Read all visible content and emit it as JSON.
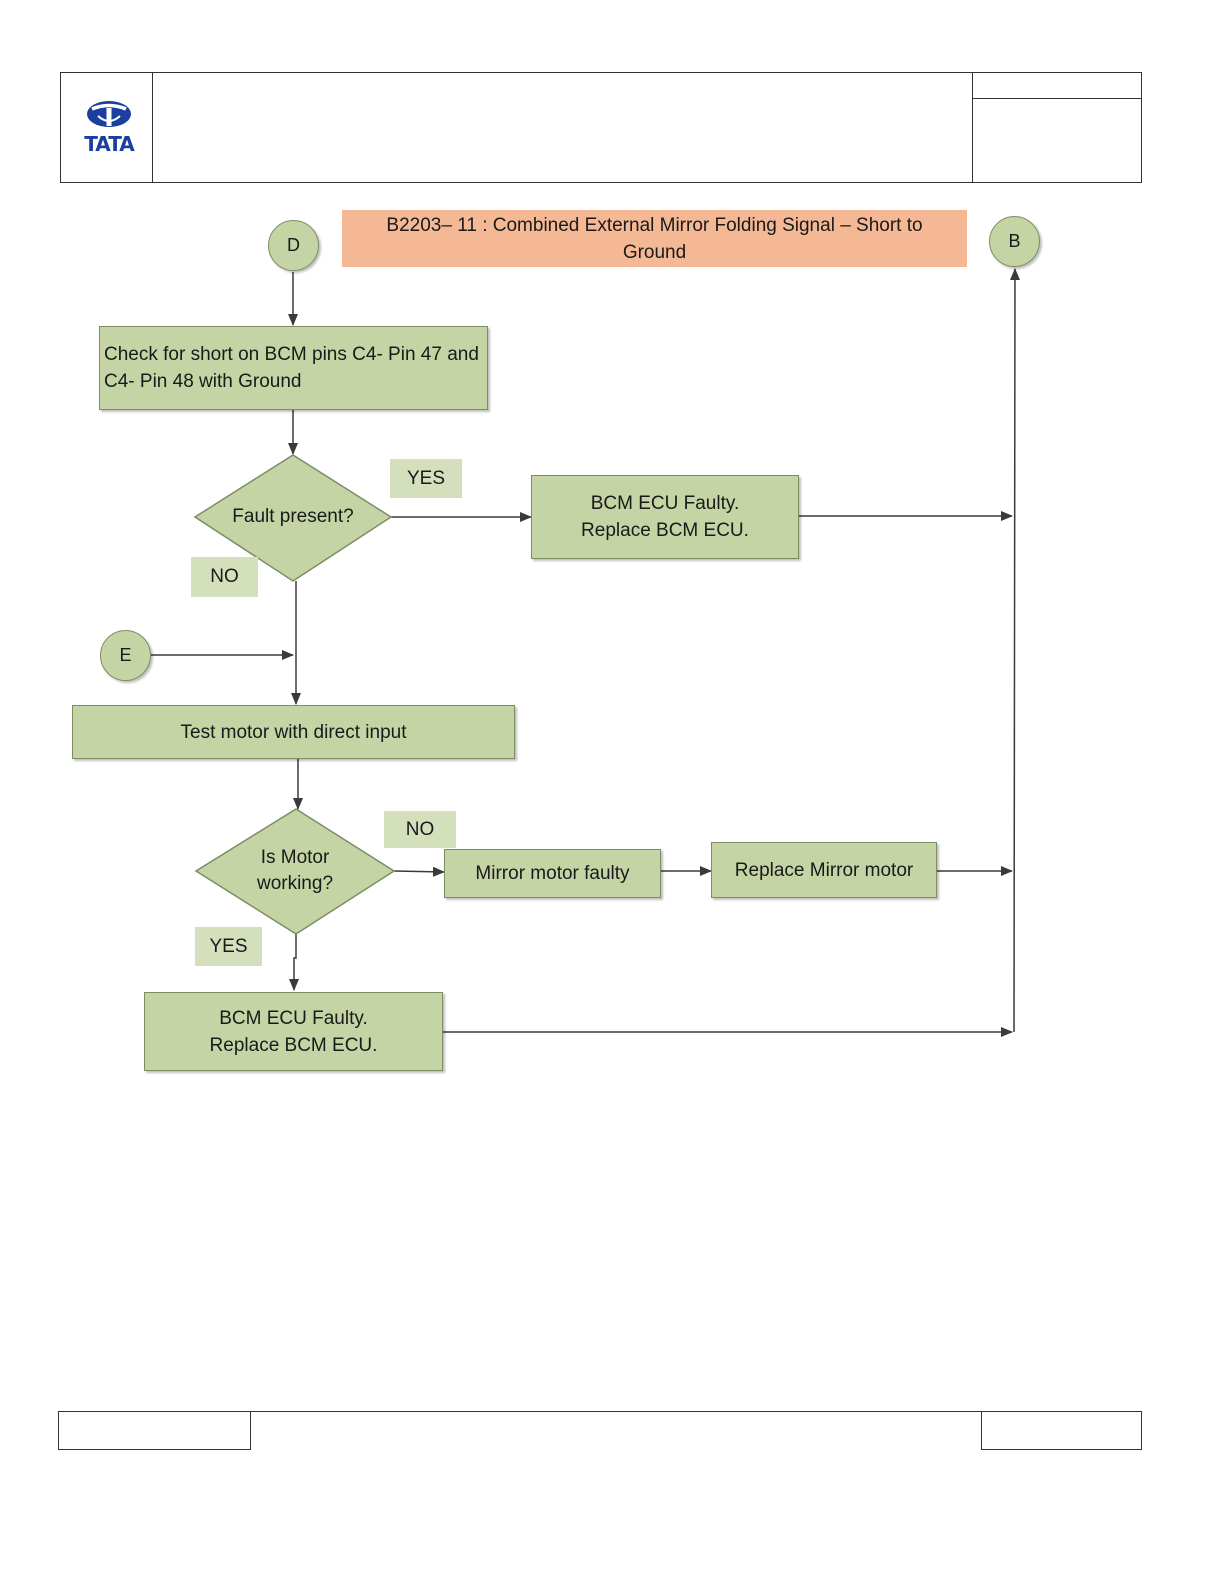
{
  "header": {
    "logo_text": "TATA",
    "brand_color": "#1a3fa0"
  },
  "title": "B2203– 11 : Combined External Mirror Folding Signal – Short to Ground",
  "connectors": {
    "d": "D",
    "b": "B",
    "e": "E"
  },
  "steps": {
    "check_short": "Check for short on BCM pins C4- Pin 47 and C4- Pin 48 with Ground",
    "fault_present": "Fault present?",
    "bcm_faulty_1": "BCM ECU Faulty. Replace BCM ECU.",
    "test_motor": "Test motor with direct input",
    "is_motor_working": "Is Motor working?",
    "mirror_motor_faulty": "Mirror motor faulty",
    "replace_mirror_motor": "Replace Mirror motor",
    "bcm_faulty_2": "BCM ECU Faulty. Replace BCM ECU."
  },
  "labels": {
    "yes_1": "YES",
    "no_1": "NO",
    "no_2": "NO",
    "yes_2": "YES"
  },
  "colors": {
    "box_fill": "#c5d4a4",
    "label_fill": "#d4dfbc",
    "title_fill": "#f5b895",
    "line": "#3a3a3a"
  }
}
